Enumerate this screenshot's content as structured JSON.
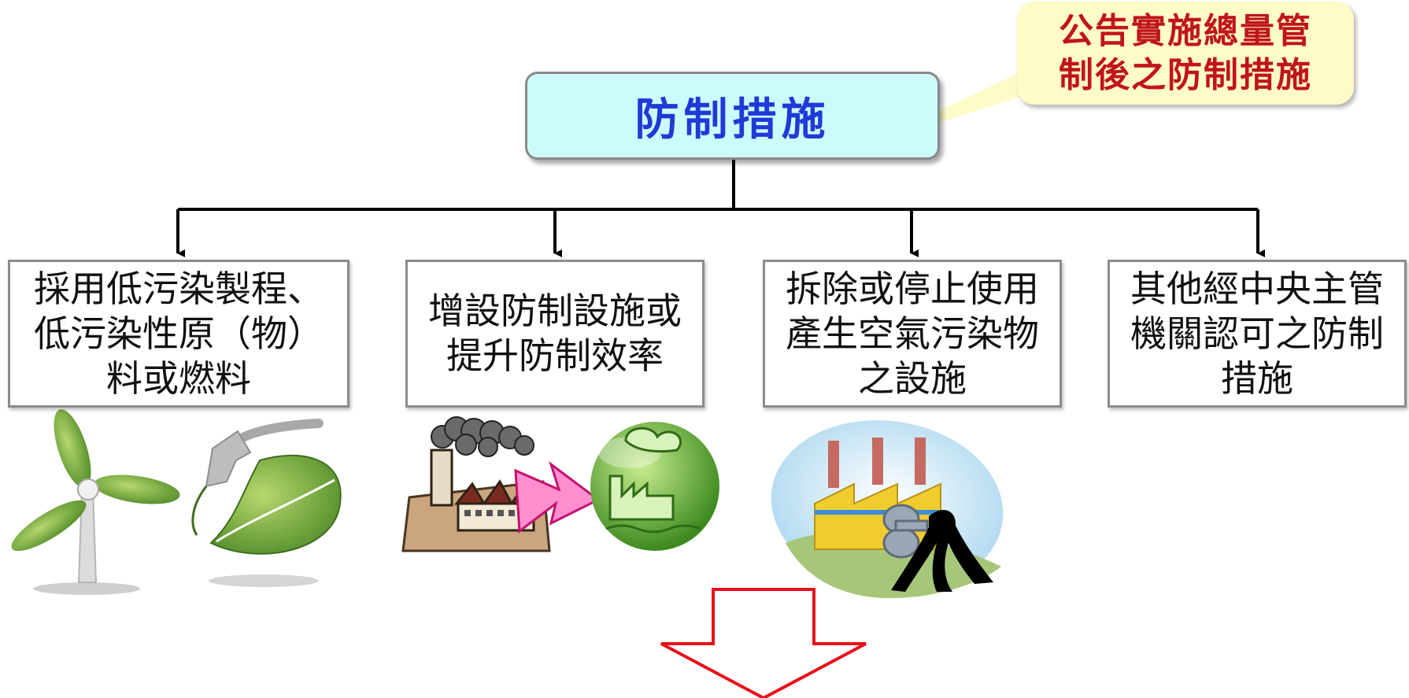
{
  "root": {
    "title": "防制措施"
  },
  "callout": {
    "lines": [
      "公告實施總量管",
      "制後之防制措施"
    ]
  },
  "categories": [
    {
      "lines": [
        "採用低污染製程、",
        "低污染性原（物）",
        "料或燃料"
      ]
    },
    {
      "lines": [
        "增設防制設施或",
        "提升防制效率"
      ]
    },
    {
      "lines": [
        "拆除或停止使用",
        "產生空氣污染物",
        "之設施"
      ]
    },
    {
      "lines": [
        "其他經中央主管",
        "機關認可之防制",
        "措施"
      ]
    }
  ],
  "colors": {
    "root_fill": "#cdfbfb",
    "root_text": "#1f3ad6",
    "callout_fill": "#fdfbc8",
    "callout_text": "#c0141c",
    "down_arrow": "#e8101a",
    "connector": "#000000"
  },
  "icons": [
    "wind-turbine-icon",
    "fuel-nozzle-leaf-icon",
    "polluting-factory-icon",
    "clean-factory-icon",
    "factory-shutdown-icon"
  ]
}
